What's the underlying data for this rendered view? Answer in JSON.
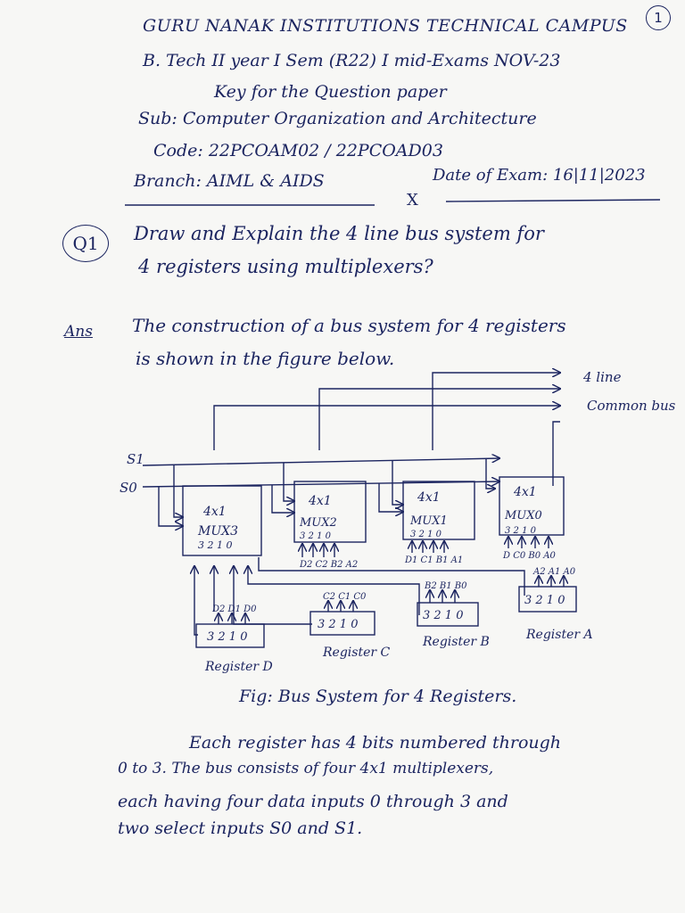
{
  "page_number": "1",
  "header": {
    "institution": "GURU NANAK INSTITUTIONS TECHNICAL CAMPUS",
    "exam": "B. Tech II year I Sem (R22) I mid-Exams NOV-23",
    "key_title": "Key for the Question paper",
    "subject": "Sub: Computer Organization and Architecture",
    "code": "Code: 22PCOAM02 / 22PCOAD03",
    "branch": "Branch: AIML & AIDS",
    "date": "Date of Exam: 16|11|2023",
    "separator_mark": "X"
  },
  "question": {
    "label": "Q1",
    "line1": "Draw and Explain the 4 line bus system for",
    "line2": "4 registers using multiplexers?"
  },
  "answer": {
    "label": "Ans",
    "line1": "The construction of a bus system for 4 registers",
    "line2": "is shown in the figure below."
  },
  "figure": {
    "bus_label_line1": "4 line",
    "bus_label_line2": "Common bus",
    "s1": "S1",
    "s0": "S0",
    "mux_type": "4x1",
    "mux_names": [
      "MUX3",
      "MUX2",
      "MUX1",
      "MUX0"
    ],
    "mux_inputs": "3 2 1 0",
    "mux_input_labels": [
      "D2 C2 B2 A2",
      "D1 C1 B1 A1",
      "D C0 B0 A0"
    ],
    "register_bits": "3 2 1 0",
    "register_names": [
      "Register D",
      "Register C",
      "Register B",
      "Register A"
    ],
    "register_outputs": [
      "D2 D1 D0",
      "C2 C1 C0",
      "B2 B1 B0",
      "A2 A1 A0"
    ],
    "caption": "Fig: Bus System for 4 Registers."
  },
  "body": {
    "line1": "Each register has 4 bits numbered through",
    "line2": "0 to 3. The bus consists of four 4x1 multiplexers,",
    "line3": "each having four data inputs 0 through 3 and",
    "line4": "two select inputs S0 and S1."
  }
}
